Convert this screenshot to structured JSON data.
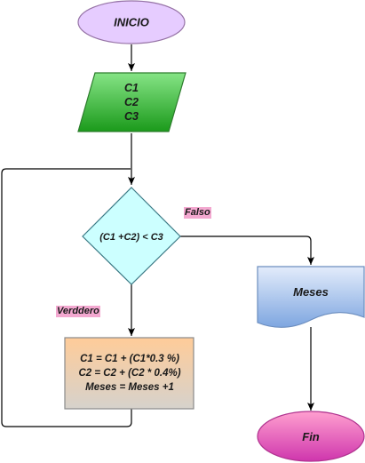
{
  "nodes": {
    "start": {
      "label": "INICIO"
    },
    "input": {
      "lines": [
        "C1",
        "C2",
        "C3"
      ]
    },
    "decision": {
      "label": "(C1 +C2) < C3"
    },
    "process": {
      "lines": [
        "C1 = C1 + (C1*0.3 %)",
        "C2 = C2 +  (C2 * 0.4%)",
        "Meses = Meses +1"
      ]
    },
    "output": {
      "label": "Meses"
    },
    "end": {
      "label": "Fin"
    }
  },
  "edges": {
    "false_label": "Falso",
    "true_label": "Verddero"
  },
  "colors": {
    "start_fill": "#e6ccff",
    "start_stroke": "#9673a6",
    "input_fill_top": "#7fe07f",
    "input_fill_bottom": "#1e9e1e",
    "decision_fill": "#ccffff",
    "process_fill_top": "#ffcc99",
    "process_fill_bottom": "#d9d0c8",
    "output_fill_top": "#dae8fc",
    "output_fill_bottom": "#7ea6e0",
    "end_fill_top": "#ff99cc",
    "end_fill_bottom": "#d33ab0",
    "label_bg": "#f3a8d0"
  }
}
